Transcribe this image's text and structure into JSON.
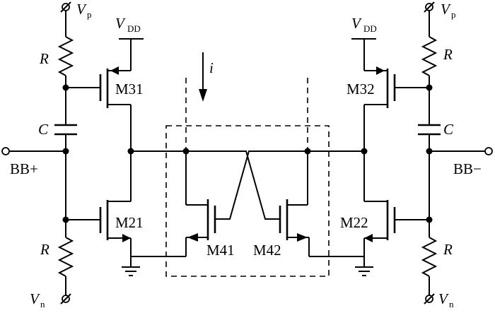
{
  "labels": {
    "vp_left": "p",
    "vp_right": "p",
    "vn_left": "n",
    "vn_right": "n",
    "v_symbol": "V",
    "vdd_v": "V",
    "vdd_sub": "DD",
    "r": "R",
    "c": "C",
    "bb_plus": "BB+",
    "bb_minus": "BB−",
    "i": "i",
    "m31": "M31",
    "m32": "M32",
    "m21": "M21",
    "m22": "M22",
    "m41": "M41",
    "m42": "M42"
  }
}
